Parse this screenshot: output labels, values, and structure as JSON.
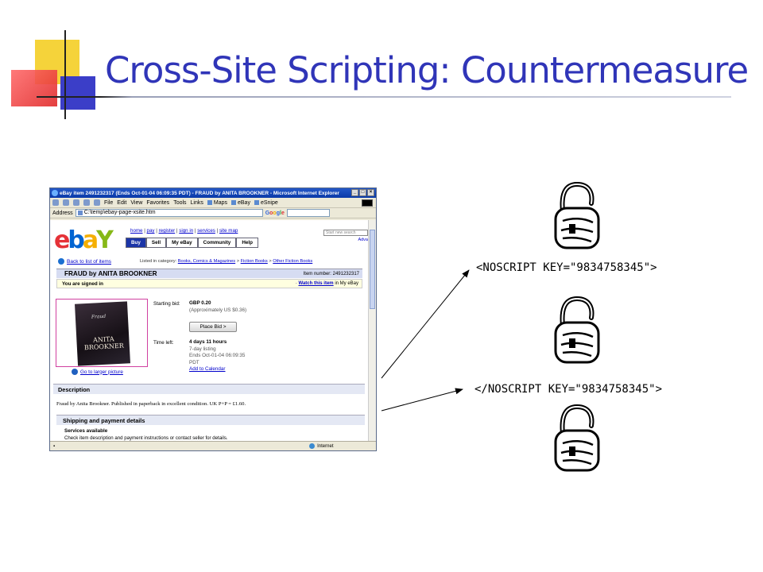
{
  "slide": {
    "title": "Cross-Site Scripting: Countermeasure"
  },
  "browser": {
    "window_title": "eBay item 2491232317 (Ends Oct-01-04 06:09:35 PDT) - FRAUD by ANITA BROOKNER - Microsoft Internet Explorer",
    "menu": [
      "File",
      "Edit",
      "View",
      "Favorites",
      "Tools"
    ],
    "links_label": "Links",
    "links": [
      "Maps",
      "eBay",
      "eSnipe"
    ],
    "address_label": "Address",
    "address_value": "C:\\temp\\ebay-page-xsite.htm",
    "google_label": "Google",
    "status_zone": "Internet"
  },
  "ebay": {
    "top_links": [
      "home",
      "pay",
      "register",
      "sign in",
      "services",
      "site map"
    ],
    "search_placeholder": "Start new search",
    "advanced": "Adva",
    "tabs": [
      "Buy",
      "Sell",
      "My eBay",
      "Community",
      "Help"
    ],
    "back_link": "Back to list of items",
    "category_label": "Listed in category:",
    "categories": [
      "Books, Comics & Magazines",
      "Fiction Books",
      "Other Fiction Books"
    ],
    "item_title": "FRAUD by ANITA BROOKNER",
    "item_number": "Item number: 2491232317",
    "signed_in": "You are signed in",
    "watch_link": "Watch this item",
    "watch_suffix": "in My eBay",
    "book_cover_title": "Fraud",
    "book_cover_author": "ANITA BROOKNER",
    "larger_picture": "Go to larger picture",
    "starting_bid_label": "Starting bid:",
    "starting_bid": "GBP 0.20",
    "approx": "(Approximately US $0.36)",
    "place_bid": "Place Bid >",
    "time_left_label": "Time left:",
    "time_left": "4 days 11 hours",
    "listing_type": "7-day listing",
    "ends": "Ends Oct-01-04 06:09:35",
    "tz": "PDT",
    "add_calendar": "Add to Calendar",
    "description_heading": "Description",
    "description_text": "Fraud by Anita Brookner. Published in paperback in excellent condition. UK P+P = £1.60.",
    "shipping_heading": "Shipping and payment details",
    "services_heading": "Services available",
    "services_text": "Check item description and payment instructions or contact seller for details."
  },
  "noscript": {
    "open_tag": "<NOSCRIPT KEY=\"9834758345\">",
    "close_tag": "</NOSCRIPT KEY=\"9834758345\">"
  }
}
